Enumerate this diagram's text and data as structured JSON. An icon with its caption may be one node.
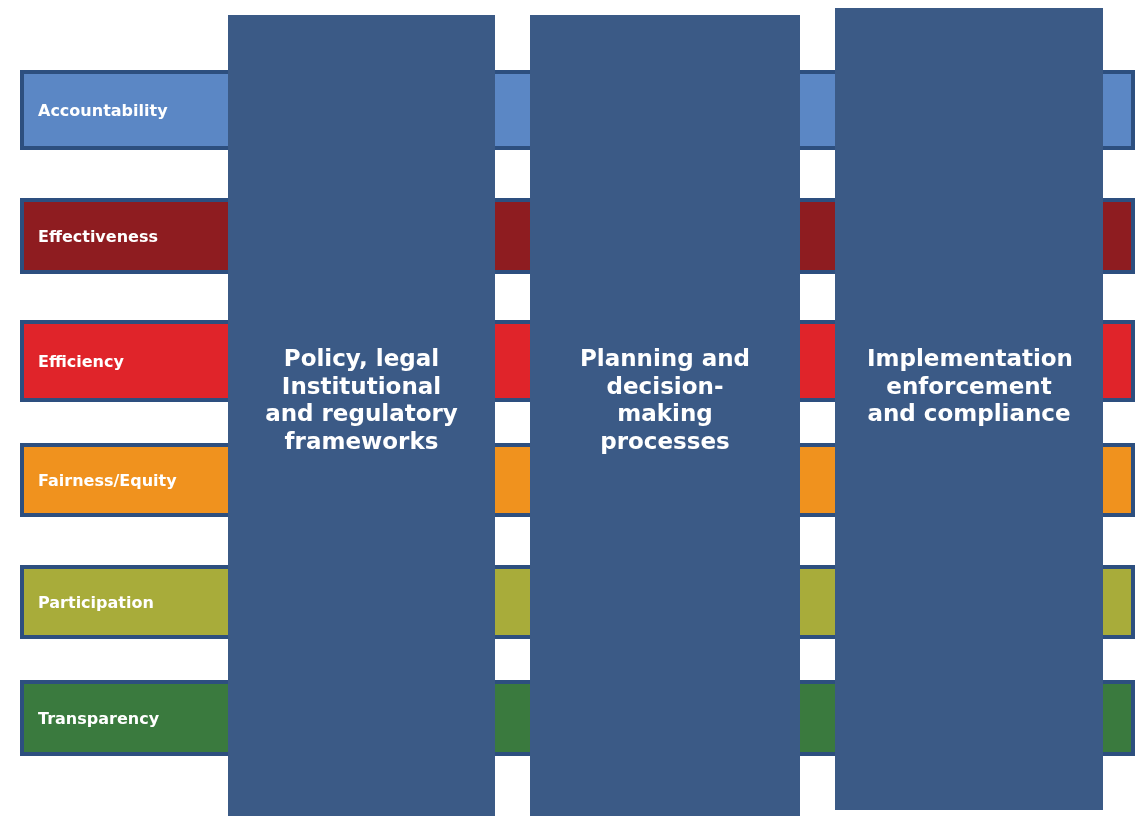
{
  "diagram": {
    "nodes": [
      {
        "text": [
          "Accountability"
        ]
      },
      {
        "text": [
          "Effectiveness"
        ]
      },
      {
        "text": [
          "Efficiency"
        ]
      },
      {
        "text": [
          "Fairness/Equity"
        ]
      },
      {
        "text": [
          "Participation"
        ]
      },
      {
        "text": [
          "Transparency"
        ]
      },
      {
        "text": [
          "Policy, legal Institutional and regulatory frameworks"
        ]
      },
      {
        "text": [
          "Planning and decision-making processes"
        ]
      },
      {
        "text": [
          "Implementation enforcement and compliance"
        ]
      },
      {
        "text": [],
        "shape": "bar"
      },
      {
        "text": [],
        "shape": "bar"
      },
      {
        "text": [],
        "shape": "bar"
      },
      {
        "text": [],
        "shape": "bar"
      },
      {
        "text": [],
        "shape": "bar"
      },
      {
        "text": [],
        "shape": "bar"
      },
      {
        "text": [],
        "shape": "bar"
      },
      {
        "text": [],
        "shape": "bar"
      },
      {
        "text": [],
        "shape": "bar"
      },
      {
        "text": [],
        "shape": "bar"
      },
      {
        "text": [],
        "shape": "bar"
      },
      {
        "text": [],
        "shape": "bar"
      },
      {
        "text": [],
        "shape": "bar"
      },
      {
        "text": [],
        "shape": "bar"
      },
      {
        "text": [],
        "shape": "bar"
      },
      {
        "text": [],
        "shape": "bar"
      },
      {
        "text": [],
        "shape": "bar"
      },
      {
        "text": [],
        "shape": "bar"
      }
    ]
  }
}
